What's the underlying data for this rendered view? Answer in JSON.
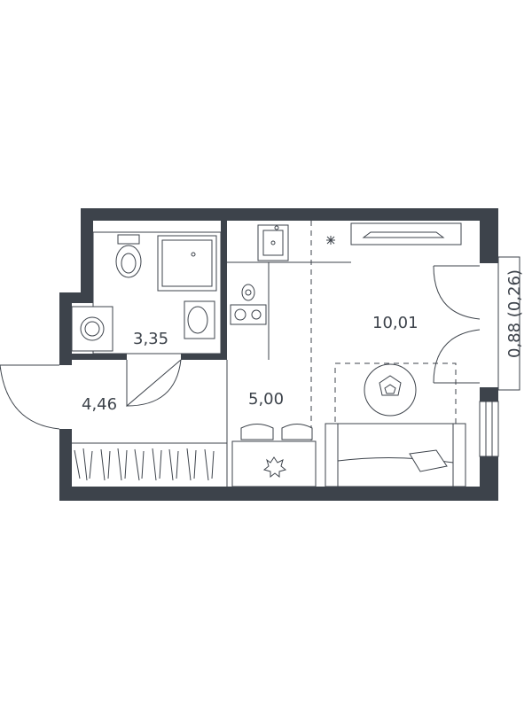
{
  "rooms": {
    "bathroom": {
      "area": "3,35"
    },
    "hallway": {
      "area": "4,46"
    },
    "kitchen": {
      "area": "5,00"
    },
    "living": {
      "area": "10,01"
    },
    "balcony": {
      "area": "0,88 (0,26)"
    }
  },
  "colors": {
    "wall": "#3d434b",
    "background": "#ffffff"
  }
}
